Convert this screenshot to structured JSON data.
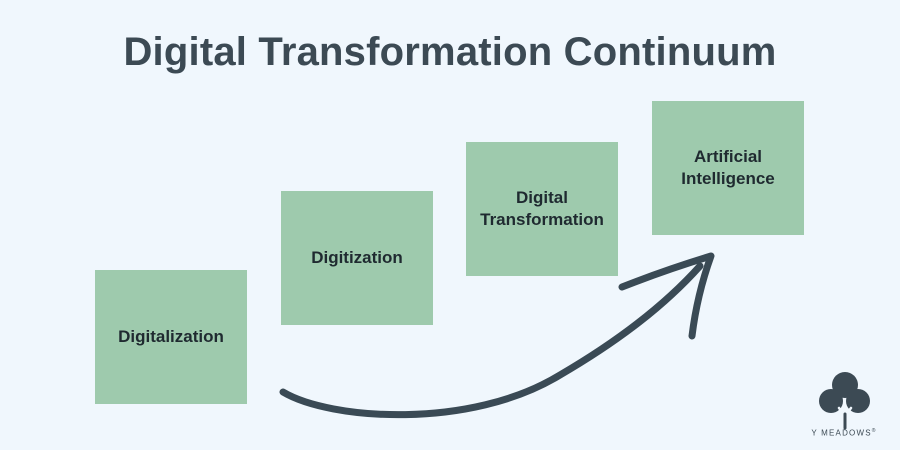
{
  "title": "Digital Transformation Continuum",
  "steps": [
    {
      "label": "Digitalization"
    },
    {
      "label": "Digitization"
    },
    {
      "label": "Digital\nTransformation"
    },
    {
      "label": "Artificial\nIntelligence"
    }
  ],
  "brand": {
    "name": "Y MEADOWS",
    "mark": "®"
  },
  "colors": {
    "background": "#f0f7fd",
    "box": "#9ecaad",
    "arrow": "#3a4a55",
    "title": "#3c4a54"
  },
  "icons": [
    "curved-arrow-icon",
    "tree-logo-icon"
  ]
}
